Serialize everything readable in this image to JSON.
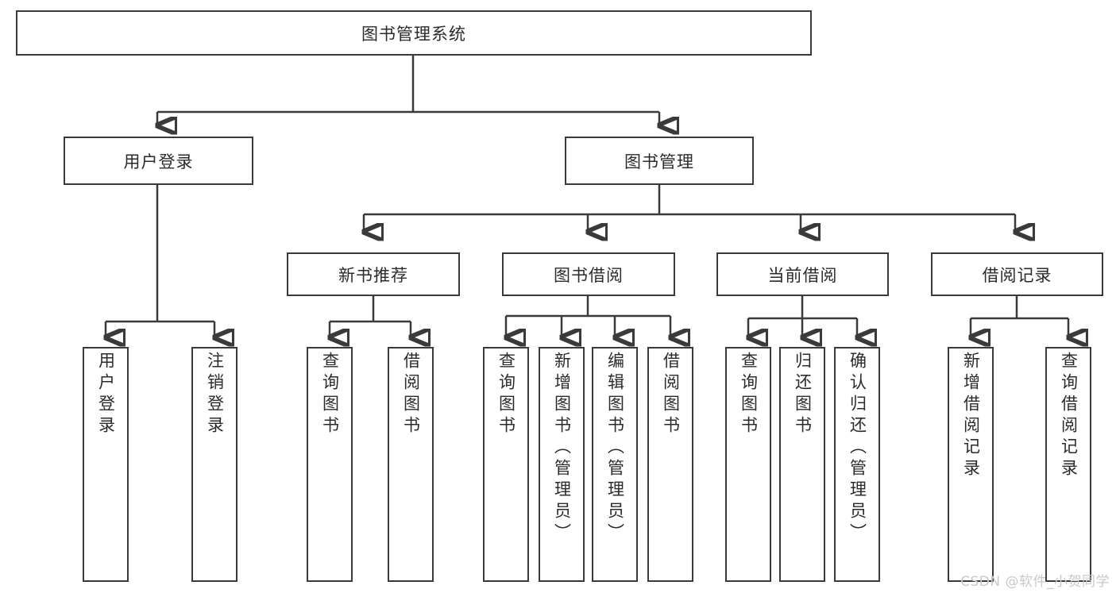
{
  "diagram": {
    "type": "tree-hierarchy",
    "title": "图书管理系统",
    "orientation": "top-down",
    "colors": {
      "box_border": "#3a3a3a",
      "box_fill": "#ffffff",
      "connector": "#3a3a3a",
      "text": "#2b2b2b",
      "watermark": "#c9c9c9",
      "background": "#ffffff"
    },
    "root": {
      "id": "root",
      "label": "图书管理系统",
      "level": 0
    },
    "level1": [
      {
        "id": "user-login",
        "label": "用户登录",
        "level": 1
      },
      {
        "id": "book-manage",
        "label": "图书管理",
        "level": 1
      }
    ],
    "level2": [
      {
        "id": "new-book-rec",
        "label": "新书推荐",
        "level": 2,
        "parent": "book-manage"
      },
      {
        "id": "book-borrow",
        "label": "图书借阅",
        "level": 2,
        "parent": "book-manage"
      },
      {
        "id": "current-borrow",
        "label": "当前借阅",
        "level": 2,
        "parent": "book-manage"
      },
      {
        "id": "borrow-record",
        "label": "借阅记录",
        "level": 2,
        "parent": "book-manage"
      }
    ],
    "leaves": [
      {
        "id": "leaf-user-login",
        "label": "用户登录",
        "parent": "user-login"
      },
      {
        "id": "leaf-user-logout",
        "label": "注销登录",
        "parent": "user-login"
      },
      {
        "id": "leaf-rec-query-book",
        "label": "查询图书",
        "parent": "new-book-rec"
      },
      {
        "id": "leaf-rec-borrow-book",
        "label": "借阅图书",
        "parent": "new-book-rec"
      },
      {
        "id": "leaf-borrow-query-book",
        "label": "查询图书",
        "parent": "book-borrow"
      },
      {
        "id": "leaf-borrow-add-book",
        "label": "新增图书（管理员）",
        "parent": "book-borrow"
      },
      {
        "id": "leaf-borrow-edit-book",
        "label": "编辑图书（管理员）",
        "parent": "book-borrow"
      },
      {
        "id": "leaf-borrow-borrow-book",
        "label": "借阅图书",
        "parent": "book-borrow"
      },
      {
        "id": "leaf-current-query-book",
        "label": "查询图书",
        "parent": "current-borrow"
      },
      {
        "id": "leaf-current-return-book",
        "label": "归还图书",
        "parent": "current-borrow"
      },
      {
        "id": "leaf-current-confirm-return",
        "label": "确认归还（管理员）",
        "parent": "current-borrow"
      },
      {
        "id": "leaf-record-add",
        "label": "新增借阅记录",
        "parent": "borrow-record"
      },
      {
        "id": "leaf-record-query",
        "label": "查询借阅记录",
        "parent": "borrow-record"
      }
    ]
  },
  "watermark": {
    "text": "CSDN @软件_小贺同学"
  }
}
